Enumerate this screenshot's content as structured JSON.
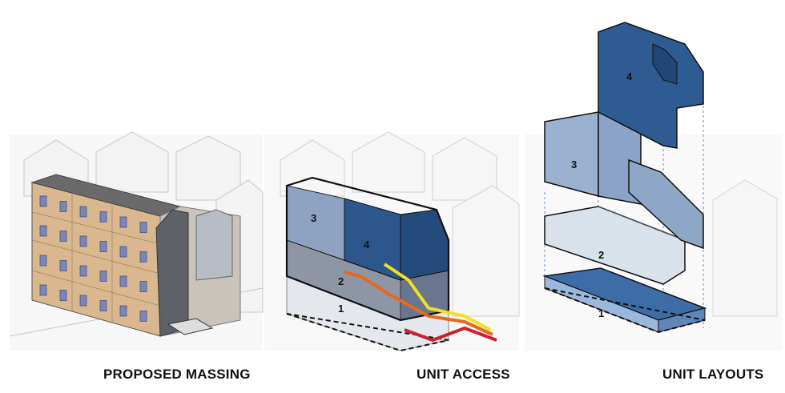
{
  "panels": [
    {
      "caption": "PROPOSED MASSING"
    },
    {
      "caption": "UNIT ACCESS",
      "unit_labels": [
        "3",
        "4",
        "2",
        "1"
      ]
    },
    {
      "caption": "UNIT LAYOUTS",
      "unit_labels": [
        "4",
        "3",
        "2",
        "1"
      ]
    }
  ],
  "colors": {
    "unit_4": "#2e5c92",
    "unit_3": "#8fa9c8",
    "unit_2": "#c9d3de",
    "unit_1": "#3d6ca6",
    "facade": "#d8b48a",
    "arrow_yellow": "#f0e020",
    "arrow_orange": "#e56a1c",
    "arrow_red": "#c8232a"
  }
}
